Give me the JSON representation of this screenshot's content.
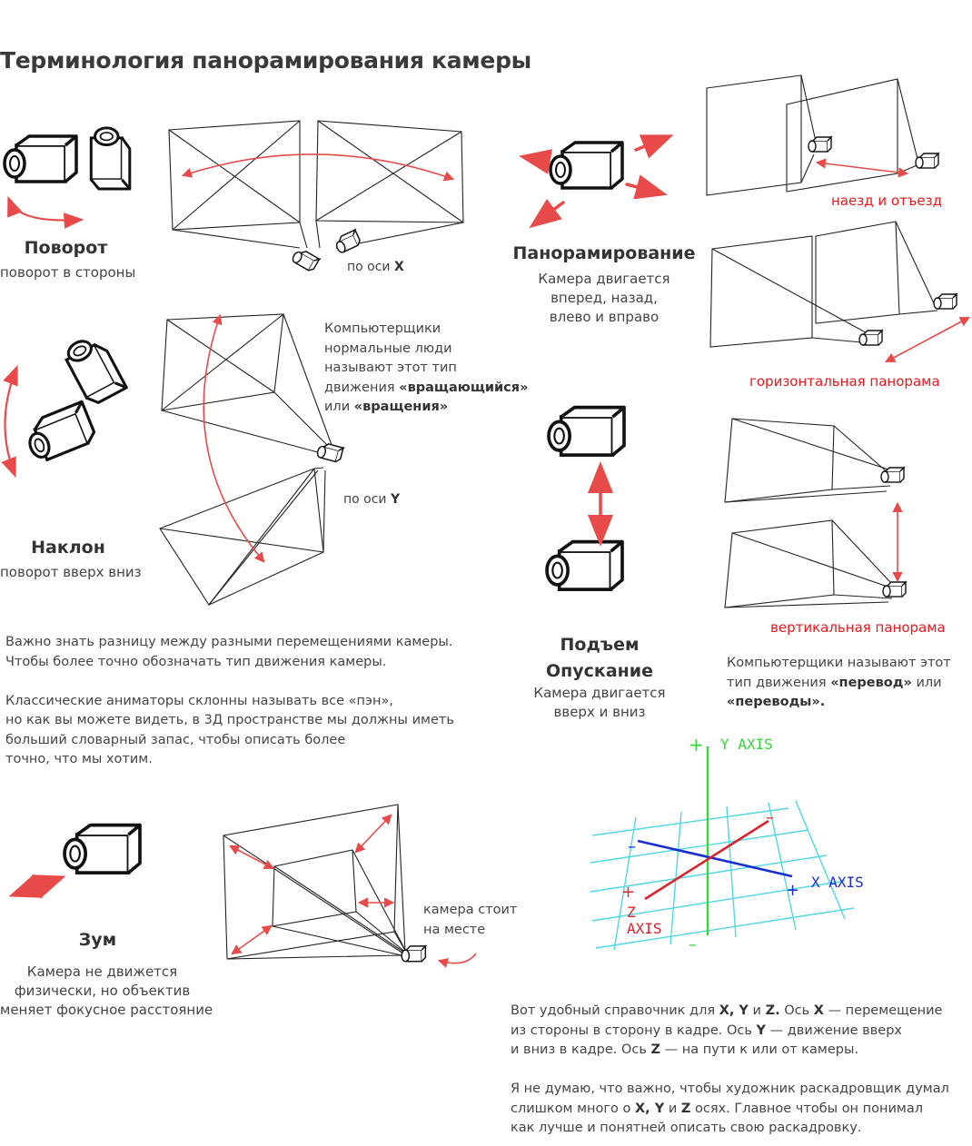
{
  "title": "Терминология панорамирования камеры",
  "pan": {
    "title": "Поворот",
    "subtitle": "поворот в стороны",
    "axis_prefix": "по оси ",
    "axis": "X"
  },
  "tilt": {
    "title": "Наклон",
    "subtitle": "поворот вверх вниз",
    "axis_prefix": "по оси ",
    "axis": "Y",
    "note_1": "Компьютерщики",
    "note_2": "нормальные люди",
    "note_3": "называют этот тип",
    "note_4": "движения ",
    "note_4b": "«вращающийся»",
    "note_5": "или ",
    "note_5b": "«вращения»"
  },
  "truck": {
    "title": "Панорамирование",
    "sub_1": "Камера двигается",
    "sub_2": "вперед, назад,",
    "sub_3": "влево и вправо",
    "label_dolly": "наезд и отъезд",
    "label_horizontal": "горизонтальная панорама"
  },
  "pedestal": {
    "title_1": "Подъем",
    "title_2": "Опускание",
    "sub_1": "Камера двигается",
    "sub_2": "вверх и вниз",
    "label_vertical": "вертикальная панорама",
    "note_1": "Компьютерщики называют этот",
    "note_2": "тип движения ",
    "note_2b": "«перевод»",
    "note_2c": " или",
    "note_3": "«переводы»."
  },
  "intro": {
    "p1_1": "Важно знать разницу между разными перемещениями камеры.",
    "p1_2": "Чтобы более точно обозначать тип движения камеры.",
    "p2_1": "Классические аниматоры склонны называть все «пэн»,",
    "p2_2": "но как вы можете видеть, в 3Д пространстве мы должны иметь",
    "p2_3": "больший словарный запас, чтобы описать более",
    "p2_4": "точно, что мы хотим."
  },
  "zoom": {
    "title": "Зум",
    "sub_1": "Камера не движется",
    "sub_2": "физически, но объектив",
    "sub_3": "меняет фокусное расстояние",
    "note_1": "камера стоит",
    "note_2": "на месте"
  },
  "axes": {
    "y": "Y AXIS",
    "x": "X AXIS",
    "z1": "Z",
    "z2": "AXIS",
    "plus": "+",
    "minus": "–",
    "color_x": "#1a2fd1",
    "color_y": "#37d43a",
    "color_z": "#d9232a",
    "color_grid": "#4fd6e6"
  },
  "reference": {
    "l1a": "Вот удобный справочник для ",
    "l1b": "X, Y",
    "l1c": " и ",
    "l1d": "Z.",
    "l1e": " Ось ",
    "l1f": "X",
    "l1g": " — перемещение",
    "l2a": "из стороны в сторону в кадре. Ось ",
    "l2b": "Y",
    "l2c": " — движение вверх",
    "l3a": "и вниз в кадре. Ось ",
    "l3b": "Z",
    "l3c": " — на пути к или от камеры.",
    "l4": "Я не думаю, что важно, чтобы художник раскадровщик думал",
    "l5a": "слишком много о ",
    "l5b": "X, Y",
    "l5c": " и ",
    "l5d": "Z",
    "l5e": " осях. Главное чтобы он понимал",
    "l6": "как лучше и понятней описать свою раскадровку."
  },
  "colors": {
    "accent_red": "#e8191e",
    "arrow_red": "#e84a4a",
    "ink": "#111111"
  }
}
